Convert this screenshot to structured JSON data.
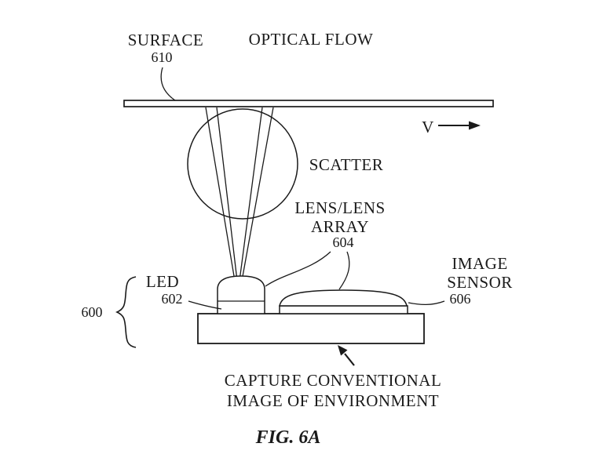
{
  "figure": {
    "title": "OPTICAL FLOW",
    "caption": "FIG. 6A"
  },
  "components": {
    "surface": {
      "label": "SURFACE",
      "ref": "610"
    },
    "scatter": {
      "label": "SCATTER"
    },
    "lens_array": {
      "label_line1": "LENS/LENS",
      "label_line2": "ARRAY",
      "ref": "604"
    },
    "image_sensor": {
      "label_line1": "IMAGE",
      "label_line2": "SENSOR",
      "ref": "606"
    },
    "led": {
      "label": "LED",
      "ref": "602"
    },
    "assembly": {
      "ref": "600"
    },
    "velocity": {
      "label": "V"
    },
    "annotation": {
      "line1": "CAPTURE CONVENTIONAL",
      "line2": "IMAGE OF ENVIRONMENT"
    }
  },
  "colors": {
    "ink": "#1a1a1a",
    "background": "#ffffff"
  }
}
